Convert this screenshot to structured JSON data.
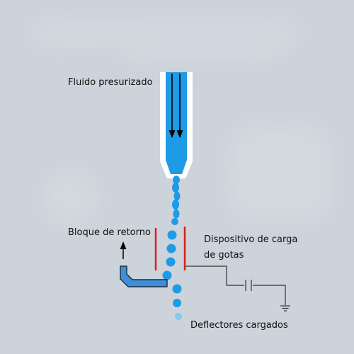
{
  "labels": {
    "fluid": "Fluido presurizado",
    "return_block": "Bloque de retorno",
    "charge_device": "Dispositivo de carga de gotas",
    "deflectors": "Deflectores cargados"
  },
  "colors": {
    "background": "#ccd3da",
    "fluid": "#1e9be6",
    "nozzle_wall": "#ffffff",
    "electrode": "#d8201c",
    "wire": "#333333",
    "text": "#111111"
  }
}
